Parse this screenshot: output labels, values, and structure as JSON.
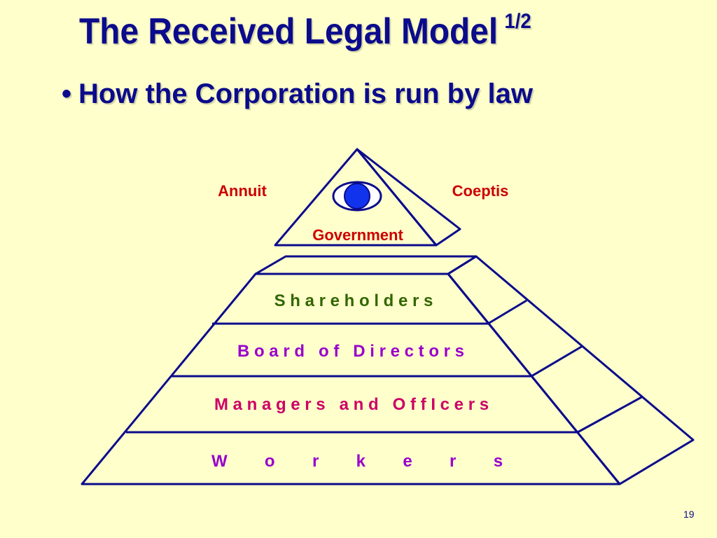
{
  "slide": {
    "title": "The Received Legal Model",
    "title_suffix": "1/2",
    "bullet": "How the Corporation is run by law",
    "page_number": "19"
  },
  "diagram": {
    "capstone": {
      "left_label": "Annuit",
      "right_label": "Coeptis",
      "base_label": "Government",
      "eye_icon": "eye-icon"
    },
    "tiers": [
      {
        "label": "S h a r e h o l d e r s"
      },
      {
        "label": "B o a r d   o f   D i r e c t o r s"
      },
      {
        "label": "M a n a g e r s   a n d   O f f I c e r s"
      },
      {
        "label": "W        o        r        k        e        r        s"
      }
    ]
  },
  "colors": {
    "background": "#ffffcc",
    "title": "#0b0b8c",
    "outline": "#0b0b8c",
    "capstone_text": "#cc0000",
    "shareholders_text": "#336600",
    "board_text": "#9900cc",
    "managers_text": "#cc0066",
    "workers_text": "#9900cc",
    "eye_iris": "#1133ee"
  }
}
